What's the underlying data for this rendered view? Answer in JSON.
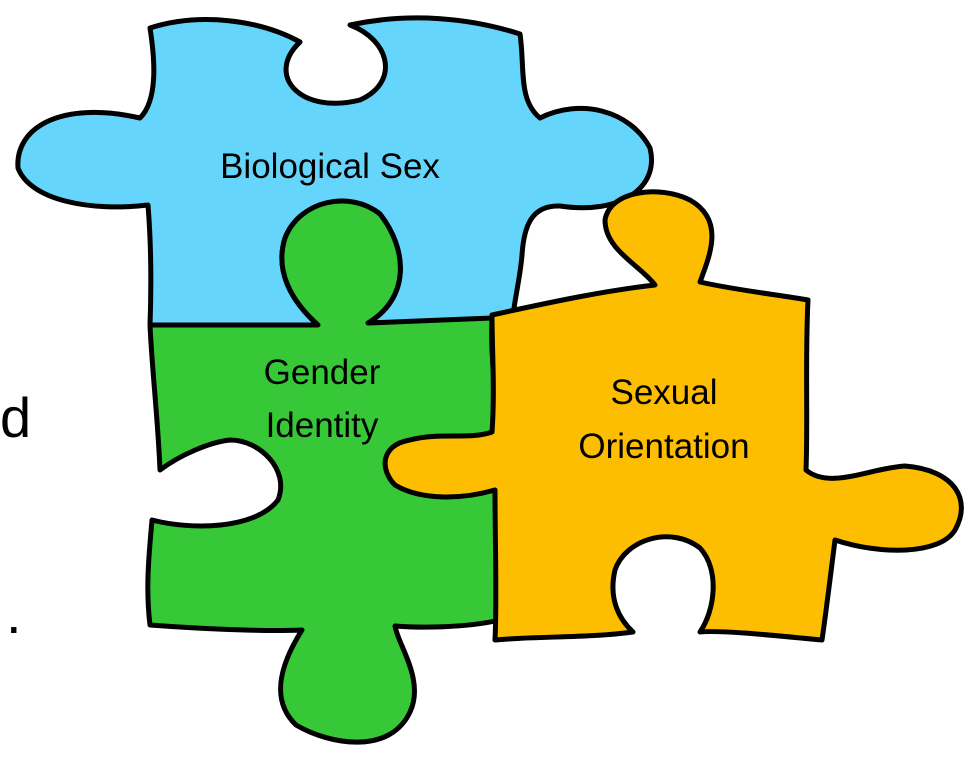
{
  "fragments": {
    "left_d": "d",
    "left_dot": "."
  },
  "pieces": {
    "biological_sex": {
      "label": "Biological Sex",
      "color": "#66d5fb"
    },
    "gender_identity": {
      "label_line1": "Gender",
      "label_line2": "Identity",
      "color": "#36c836"
    },
    "sexual_orientation": {
      "label_line1": "Sexual",
      "label_line2": "Orientation",
      "color": "#fdbd00"
    }
  },
  "outline_color": "#000000"
}
